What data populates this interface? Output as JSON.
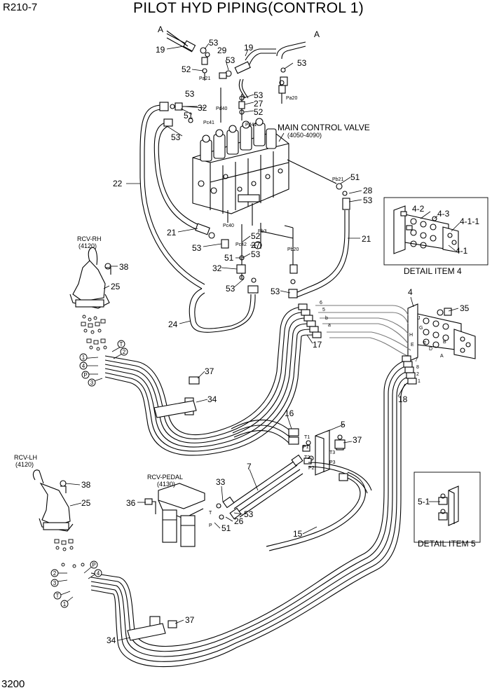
{
  "header": {
    "model": "R210-7",
    "title": "PILOT HYD PIPING(CONTROL 1)"
  },
  "footer": {
    "page_number": "3200"
  },
  "labels": {
    "main_control_valve": "MAIN CONTROL VALVE",
    "main_control_valve_range": "(4050-4090)",
    "rcv_rh": "RCV-RH",
    "rcv_rh_code": "(4120)",
    "rcv_lh": "RCV-LH",
    "rcv_lh_code": "(4120)",
    "rcv_pedal": "RCV-PEDAL",
    "rcv_pedal_code": "(4130)",
    "detail_item_4": "DETAIL ITEM 4",
    "detail_item_5": "DETAIL ITEM 5"
  },
  "ports": {
    "pa21": "Pa21",
    "pa20": "Pa20",
    "pd40": "Pd40",
    "pc41": "Pc41",
    "pd41": "Pd41",
    "pb21": "Pb21",
    "pc40": "Pc40",
    "pc42": "Pc42",
    "pb3": "Pb3",
    "pb20": "Pb20",
    "t1": "T1",
    "p1": "P1",
    "t2": "T2",
    "p2": "P2",
    "p3": "P3",
    "t3": "T3",
    "t": "T",
    "p": "P",
    "j": "J",
    "h": "H",
    "e": "E",
    "f": "F",
    "b": "B",
    "a": "A",
    "g": "G",
    "d": "D"
  },
  "section_marks": {
    "a_left": "A",
    "a_right": "A"
  },
  "callouts": {
    "c19a": "19",
    "c53a": "53",
    "c29": "29",
    "c19b": "19",
    "c53b": "53",
    "c52a": "52",
    "c53c": "53",
    "c53d": "53",
    "c53e": "53",
    "c27a": "27",
    "c52b": "52",
    "c32a": "32",
    "c51a": "51",
    "c53f": "53",
    "c22": "22",
    "c51b": "51",
    "c28": "28",
    "c53g": "53",
    "c21a": "21",
    "c21b": "21",
    "c53h": "53",
    "c52c": "52",
    "c27b": "27",
    "c53i": "53",
    "c51c": "51",
    "c32b": "32",
    "c53j": "53",
    "c53k": "53",
    "c24": "24",
    "c38a": "38",
    "c25a": "25",
    "c4": "4",
    "c35": "35",
    "c17": "17",
    "c37a": "37",
    "c34a": "34",
    "c18": "18",
    "c16": "16",
    "c5": "5",
    "c37b": "37",
    "c7": "7",
    "c33": "33",
    "c38b": "38",
    "c25b": "25",
    "c36": "36",
    "c26": "26",
    "c53l": "53",
    "c51d": "51",
    "c15": "15",
    "c37c": "37",
    "c34b": "34",
    "d4_2": "4-2",
    "d4_3": "4-3",
    "d4_1_1": "4-1-1",
    "d4_1": "4-1",
    "d5_1": "5-1"
  },
  "circled_rh": [
    "1",
    "4",
    "P",
    "3",
    "T",
    "2"
  ],
  "circled_lh": [
    "2",
    "3",
    "T",
    "1",
    "P",
    "4"
  ],
  "hose_tags": {
    "h6": "6",
    "h5": "5",
    "hb": "b",
    "ha": "a",
    "h7": "7",
    "h8": "8",
    "h1": "1",
    "h2": "2"
  }
}
